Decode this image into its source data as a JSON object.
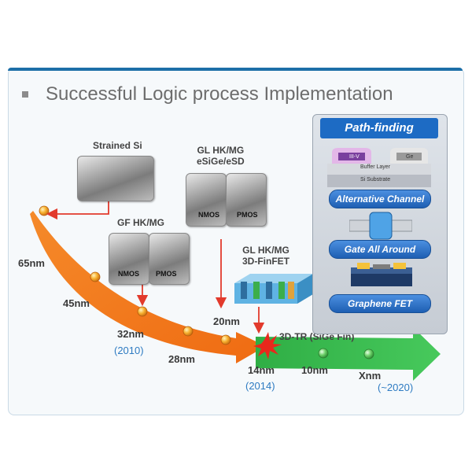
{
  "title": "Successful Logic process Implementation",
  "milestones": [
    {
      "node": "65nm"
    },
    {
      "node": "45nm"
    },
    {
      "node": "32nm",
      "year": "(2010)"
    },
    {
      "node": "28nm"
    },
    {
      "node": "20nm"
    },
    {
      "node": "14nm",
      "year": "(2014)"
    },
    {
      "node": "10nm"
    },
    {
      "node": "Xnm",
      "year": "(~2020)"
    }
  ],
  "technologies": {
    "strained_si": "Strained Si",
    "gf_hkmg": "GF HK/MG",
    "gl_hkmg_esige_line1": "GL HK/MG",
    "gl_hkmg_esige_line2": "eSiGe/eSD",
    "gl_hkmg_finfet_line1": "GL HK/MG",
    "gl_hkmg_finfet_line2": "3D-FinFET",
    "tr_3d": "3D-TR (SiGe Fin)",
    "nmos": "NMOS",
    "pmos": "PMOS"
  },
  "path_finding": {
    "header": "Path-finding",
    "iii_v": "III-V",
    "ge": "Ge",
    "buffer_layer": "Buffer Layer",
    "si_substrate": "Si Substrate",
    "items": [
      "Alternative Channel",
      "Gate All Around",
      "Graphene FET"
    ]
  },
  "colors": {
    "orange_arrow": "#f37a1f",
    "green_arrow": "#32b64a",
    "red_arrow": "#e23a2c",
    "year_blue": "#2e7bc2",
    "path_blue": "#1d6bc4"
  }
}
